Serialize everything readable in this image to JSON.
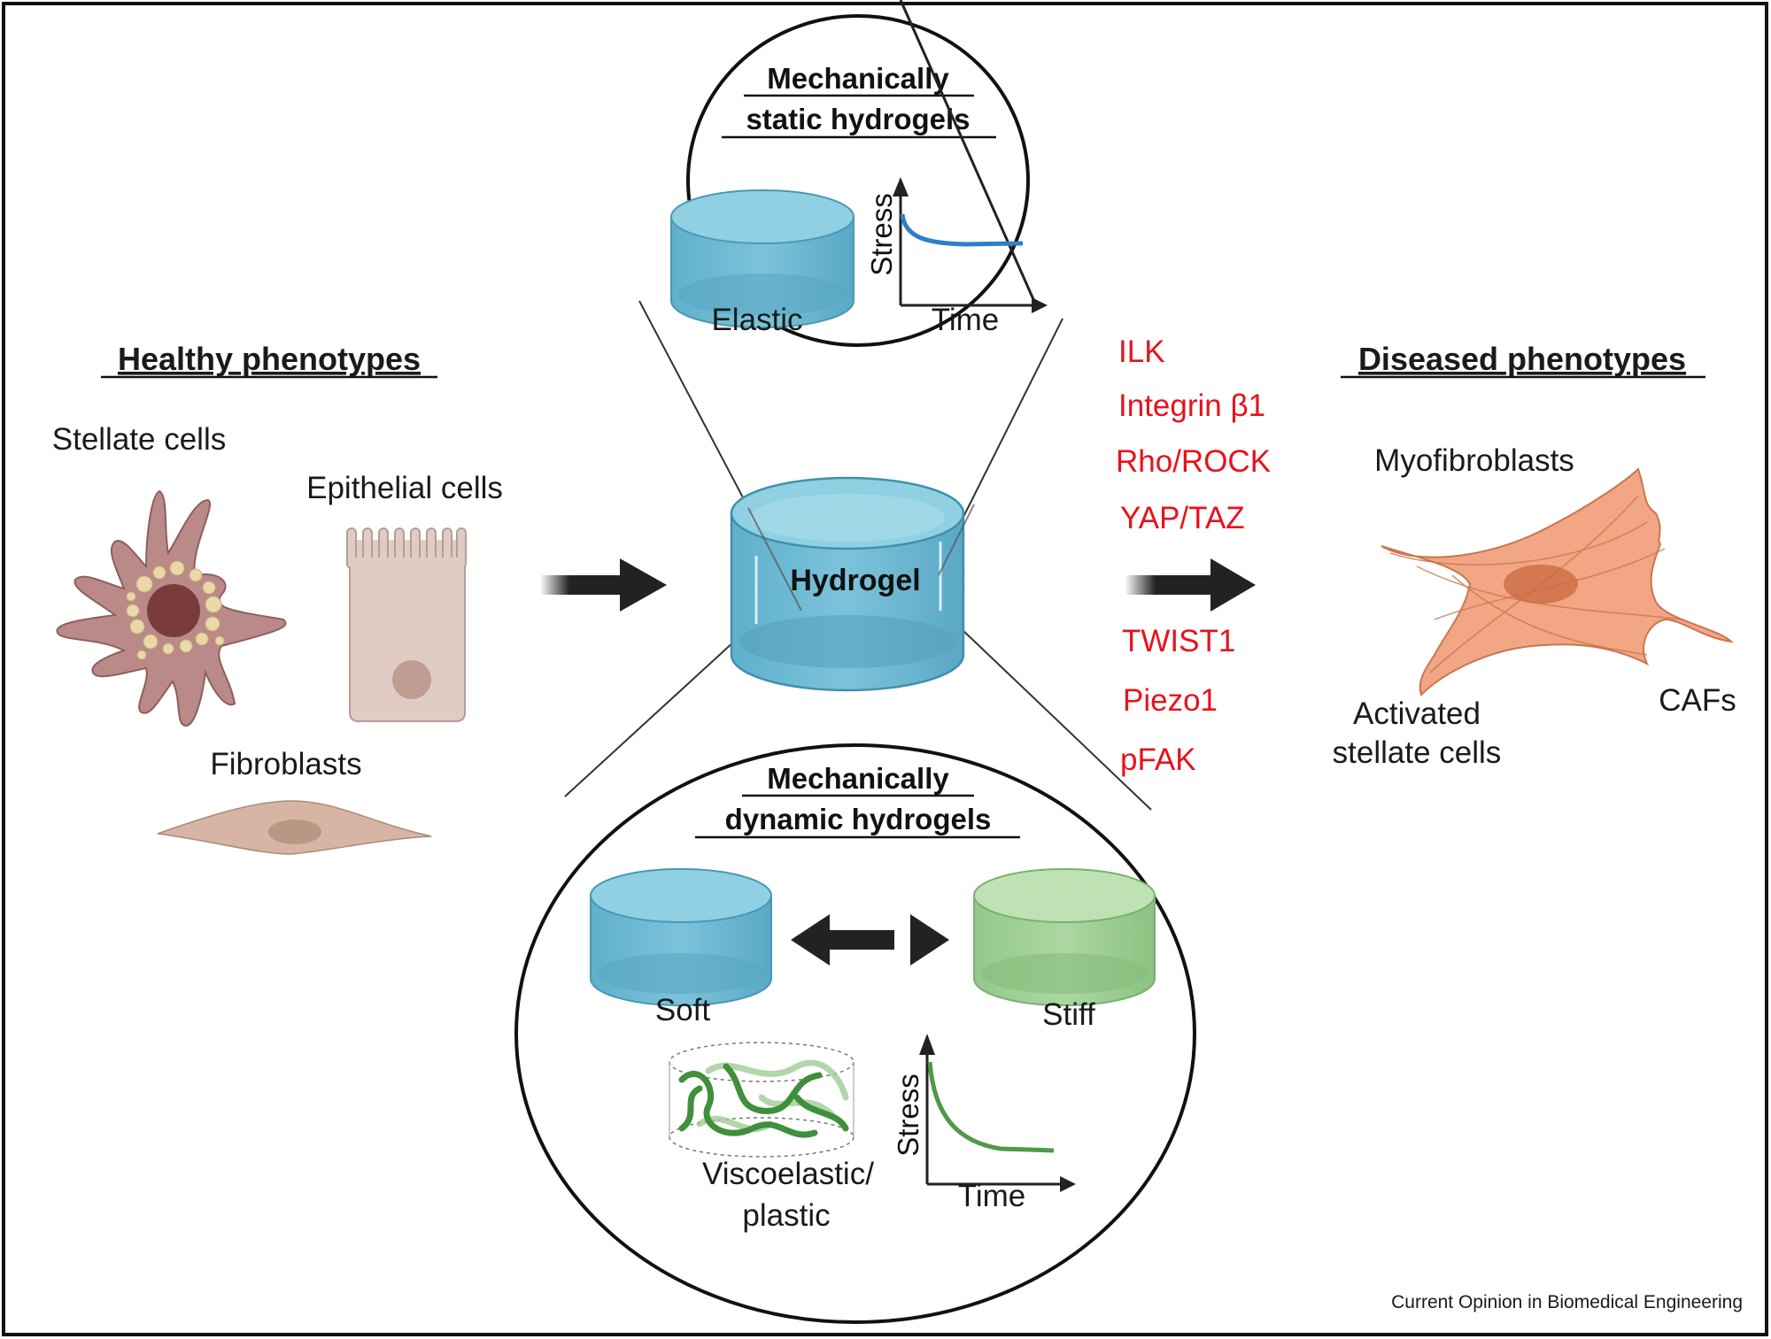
{
  "figure": {
    "credit": "Current Opinion in Biomedical Engineering"
  },
  "healthy": {
    "title": "Healthy phenotypes",
    "cells": {
      "stellate": "Stellate cells",
      "epithelial": "Epithelial cells",
      "fibroblasts": "Fibroblasts"
    }
  },
  "center": {
    "hydrogel_label": "Hydrogel",
    "static": {
      "title_line1": "Mechanically",
      "title_line2": "static hydrogels",
      "gel_label": "Elastic",
      "plot": {
        "y_label": "Stress",
        "x_label": "Time",
        "curve_color": "#2f7fc8"
      }
    },
    "dynamic": {
      "title_line1": "Mechanically",
      "title_line2": "dynamic hydrogels",
      "soft_label": "Soft",
      "stiff_label": "Stiff",
      "visco_label_line1": "Viscoelastic/",
      "visco_label_line2": "plastic",
      "plot": {
        "y_label": "Stress",
        "x_label": "Time",
        "curve_color": "#4f9a48"
      }
    }
  },
  "mediators": {
    "color": "#e8121c",
    "above_arrow": [
      "ILK",
      "Integrin β1",
      "Rho/ROCK",
      "YAP/TAZ"
    ],
    "below_arrow": [
      "TWIST1",
      "Piezo1",
      "pFAK"
    ]
  },
  "diseased": {
    "title": "Diseased phenotypes",
    "labels": {
      "myofibroblasts": "Myofibroblasts",
      "activated_line1": "Activated",
      "activated_line2": "stellate cells",
      "cafs": "CAFs"
    }
  }
}
